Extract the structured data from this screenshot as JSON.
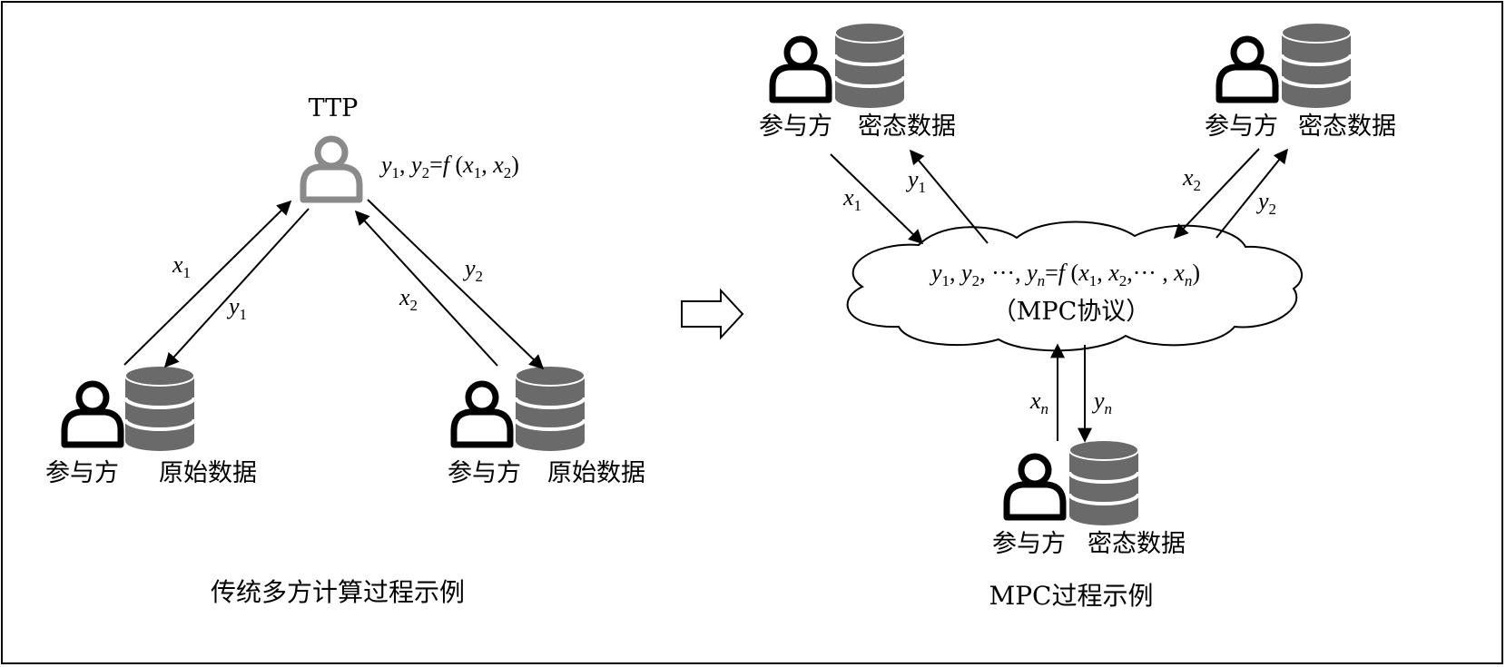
{
  "left": {
    "ttp_label": "TTP",
    "ttp_formula": "y1, y2 = f (x1, x2)",
    "party_label": "参与方",
    "data_label": "原始数据",
    "caption": "传统多方计算过程示例",
    "arrow_labels": [
      "x1",
      "y1",
      "x2",
      "y2"
    ]
  },
  "right": {
    "party_label": "参与方",
    "data_label": "密态数据",
    "cloud_formula": "y1, y2, ···, yn=f (x1, x2,··· , xn)",
    "cloud_label": "（MPC协议）",
    "caption": "MPC过程示例",
    "arrow_labels": [
      "x1",
      "y1",
      "x2",
      "y2",
      "xn",
      "yn"
    ]
  },
  "colors": {
    "outline": "#000000",
    "icon_gray": "#6a6a6a",
    "ttp_gray": "#8a8a8a"
  }
}
